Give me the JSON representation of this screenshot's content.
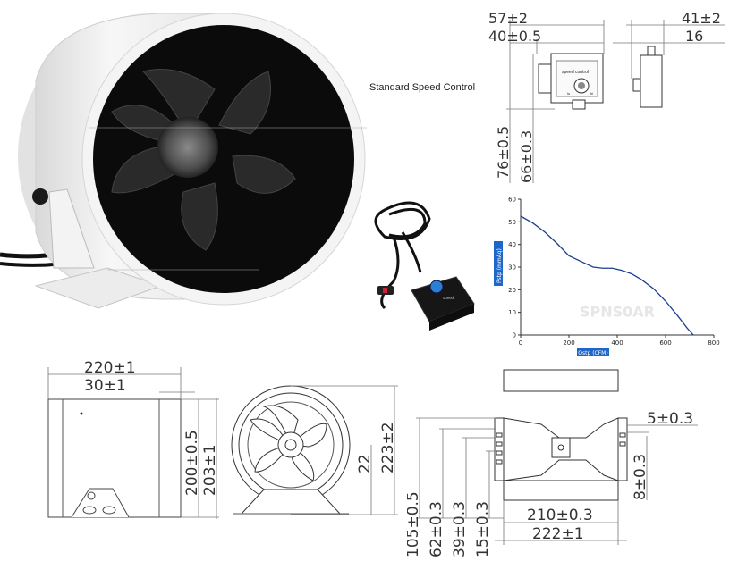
{
  "speed_control": {
    "label": "Standard Speed Control",
    "top_dims": [
      "57±2",
      "40±0.5"
    ],
    "side_dims": [
      "41±2",
      "16"
    ],
    "vert_dims": [
      "76±0.5",
      "66±0.3"
    ],
    "module_text": [
      "speed control",
      "lo",
      "hi"
    ]
  },
  "fan_side": {
    "dims": [
      "220±1",
      "30±1",
      "200±0.5",
      "203±1"
    ]
  },
  "fan_front": {
    "dims": [
      "22",
      "223±2"
    ]
  },
  "bracket": {
    "dims": [
      "5±0.3",
      "8±0.3",
      "210±0.3",
      "222±1",
      "105±0.5",
      "62±0.3",
      "39±0.3",
      "15±0.3"
    ]
  },
  "chart_data": {
    "type": "line",
    "xlabel": "Qstp (CFM)",
    "ylabel": "Pstp (mmAq)",
    "xlim": [
      0,
      800
    ],
    "ylim": [
      0,
      60
    ],
    "xticks": [
      "0",
      "200",
      "400",
      "600",
      "800"
    ],
    "yticks": [
      "0",
      "10",
      "20",
      "30",
      "40",
      "50",
      "60"
    ],
    "series": [
      {
        "x": [
          0,
          50,
          100,
          150,
          200,
          250,
          300,
          340,
          380,
          420,
          460,
          500,
          550,
          600,
          650,
          690,
          715
        ],
        "y": [
          52.5,
          49.5,
          45.5,
          40.5,
          35,
          32.5,
          30,
          29.5,
          29.5,
          28.5,
          27,
          24.5,
          20.5,
          15,
          8.5,
          3,
          0
        ]
      }
    ],
    "line_color": "#1a3f8f",
    "watermark": "SPNS0AR"
  }
}
